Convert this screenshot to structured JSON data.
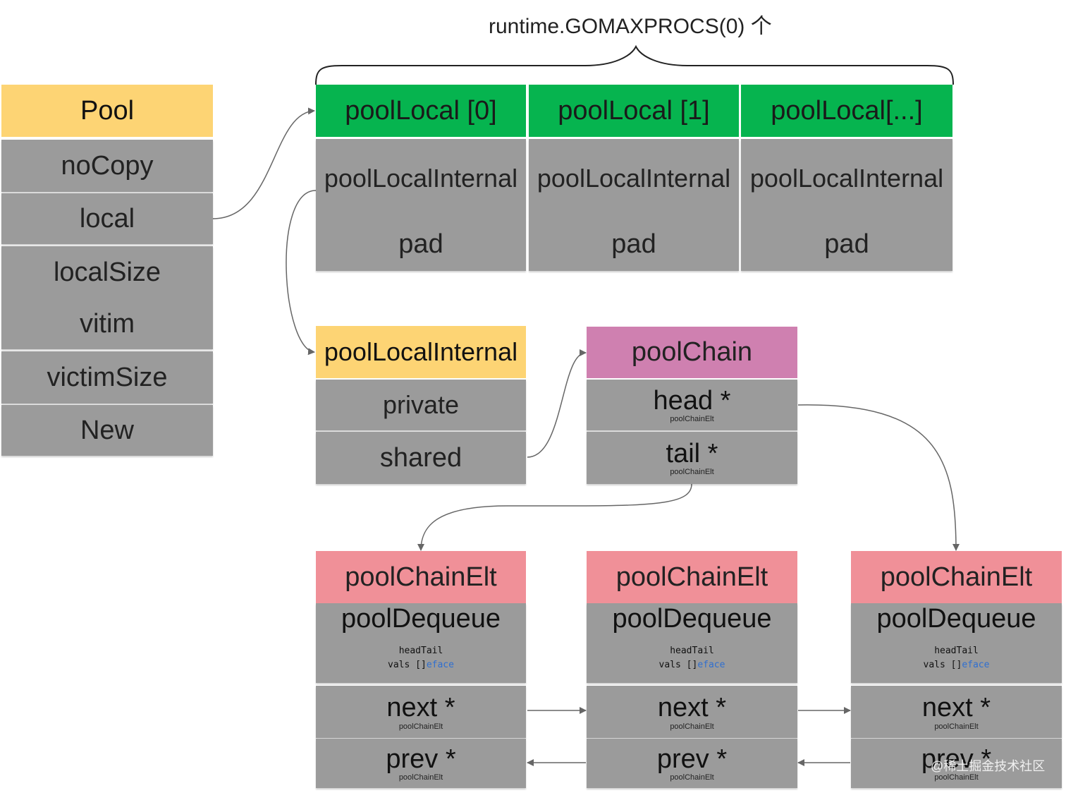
{
  "header": {
    "label": "runtime.GOMAXPROCS(0) 个"
  },
  "pool": {
    "title": "Pool",
    "fields": [
      "noCopy",
      "local",
      "localSize",
      "vitim",
      "victimSize",
      "New"
    ]
  },
  "pool_locals": [
    {
      "title": "poolLocal [0]",
      "internal": "poolLocalInternal",
      "pad": "pad"
    },
    {
      "title": "poolLocal [1]",
      "internal": "poolLocalInternal",
      "pad": "pad"
    },
    {
      "title": "poolLocal[...]",
      "internal": "poolLocalInternal",
      "pad": "pad"
    }
  ],
  "pool_local_internal": {
    "title": "poolLocalInternal",
    "fields": [
      "private",
      "shared"
    ]
  },
  "pool_chain": {
    "title": "poolChain",
    "head": "head *",
    "head_type": "poolChainElt",
    "tail": "tail *",
    "tail_type": "poolChainElt"
  },
  "chain_elts": [
    {
      "title": "poolChainElt",
      "dequeue": "poolDequeue",
      "head_tail": "headTail",
      "vals_prefix": "vals []",
      "vals_type": "eface",
      "next": "next *",
      "next_type": "poolChainElt",
      "prev": "prev *",
      "prev_type": "poolChainElt"
    },
    {
      "title": "poolChainElt",
      "dequeue": "poolDequeue",
      "head_tail": "headTail",
      "vals_prefix": "vals []",
      "vals_type": "eface",
      "next": "next *",
      "next_type": "poolChainElt",
      "prev": "prev *",
      "prev_type": "poolChainElt"
    },
    {
      "title": "poolChainElt",
      "dequeue": "poolDequeue",
      "head_tail": "headTail",
      "vals_prefix": "vals []",
      "vals_type": "eface",
      "next": "next *",
      "next_type": "poolChainElt",
      "prev": "prev *",
      "prev_type": "poolChainElt"
    }
  ],
  "watermark": "@稀土掘金技术社区",
  "colors": {
    "yellow": "#fdd474",
    "green": "#06b44f",
    "gray": "#9b9b9b",
    "purple": "#cf80b0",
    "pink": "#f09098",
    "connector": "#666666"
  }
}
